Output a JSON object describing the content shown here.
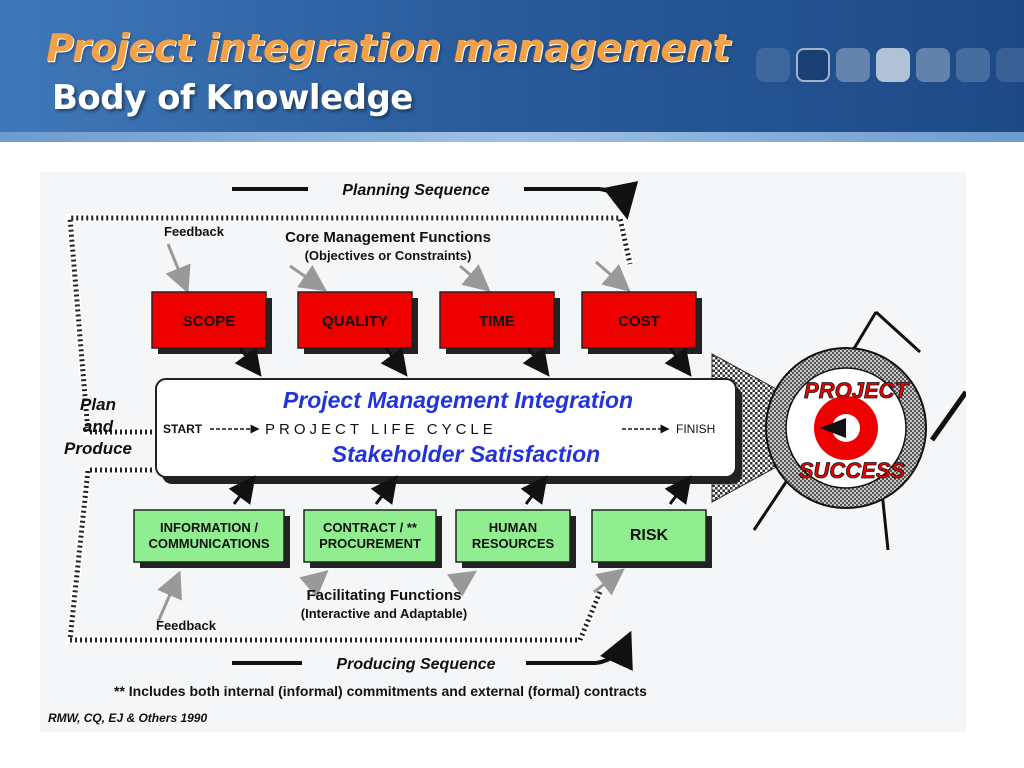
{
  "slide": {
    "title": "Project integration management",
    "subtitle": "Body of Knowledge"
  },
  "diagram": {
    "planning_sequence": "Planning Sequence",
    "producing_sequence": "Producing Sequence",
    "feedback_top": "Feedback",
    "feedback_bottom": "Feedback",
    "core_title": "Core Management Functions",
    "core_subtitle": "(Objectives or Constraints)",
    "core_functions": [
      "SCOPE",
      "QUALITY",
      "TIME",
      "COST"
    ],
    "integration_title": "Project Management Integration",
    "lifecycle_start": "START",
    "lifecycle_text": "PROJECT  LIFE  CYCLE",
    "lifecycle_finish": "FINISH",
    "stakeholder": "Stakeholder Satisfaction",
    "plan_line1": "Plan",
    "plan_line2": "and",
    "plan_line3": "Produce",
    "facilitating": [
      {
        "line1": "INFORMATION /",
        "line2": "COMMUNICATIONS"
      },
      {
        "line1": "CONTRACT / **",
        "line2": "PROCUREMENT"
      },
      {
        "line1": "HUMAN",
        "line2": "RESOURCES"
      },
      {
        "line1": "RISK",
        "line2": ""
      }
    ],
    "facilitating_title": "Facilitating Functions",
    "facilitating_subtitle": "(Interactive and Adaptable)",
    "target_line1": "PROJECT",
    "target_line2": "SUCCESS",
    "footnote": "** Includes both internal (informal) commitments and external (formal) contracts",
    "citation": "RMW, CQ, EJ & Others 1990"
  },
  "colors": {
    "core_box": "#ee0000",
    "facilitating_box": "#90ee90",
    "title_orange": "#f4a24a",
    "header_blue": "#2a5c9c",
    "integration_text": "#2233dd"
  }
}
